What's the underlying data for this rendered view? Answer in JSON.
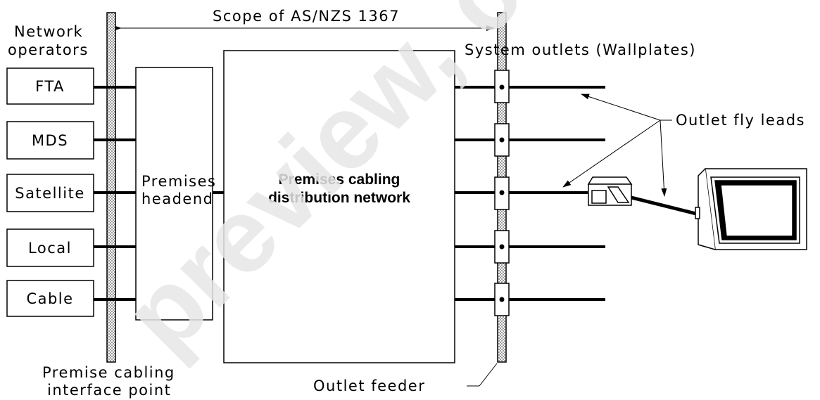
{
  "scope_label": "Scope of AS/NZS 1367",
  "network_operators_label": [
    "Network",
    "operators"
  ],
  "operators": [
    "FTA",
    "MDS",
    "Satellite",
    "Local",
    "Cable"
  ],
  "headend_label": [
    "Premises",
    "headend"
  ],
  "distribution_label": [
    "Premises cabling",
    "distribution network"
  ],
  "system_outlets_label": "System outlets (Wallplates)",
  "outlet_fly_leads_label": "Outlet fly leads",
  "interface_point_label": [
    "Premise cabling",
    "interface point"
  ],
  "outlet_feeder_label": "Outlet feeder",
  "watermark": "preview, click"
}
